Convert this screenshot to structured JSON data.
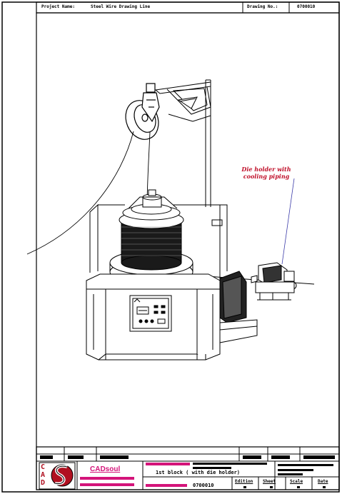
{
  "title_block_top": {
    "project_label": "Project Name:",
    "project_value": "Steel Wire Drawing Line",
    "drawing_label": "Drawing No.:",
    "drawing_value": "0700010"
  },
  "callout": {
    "line1": "Die holder with",
    "line2": "cooling piping"
  },
  "title_block_bottom": {
    "brand": "CADsoul",
    "logo_letters": [
      "C",
      "A",
      "D"
    ],
    "description": "1st block ( with die holder)",
    "drawing_no": "0700010",
    "edition_label": "Edition",
    "sheet_label": "Sheet",
    "scale_label": "Scale",
    "date_label": "Date"
  },
  "colors": {
    "line": "#000000",
    "callout": "#c0102a",
    "accent": "#d4147a",
    "logo_red": "#b01020"
  }
}
